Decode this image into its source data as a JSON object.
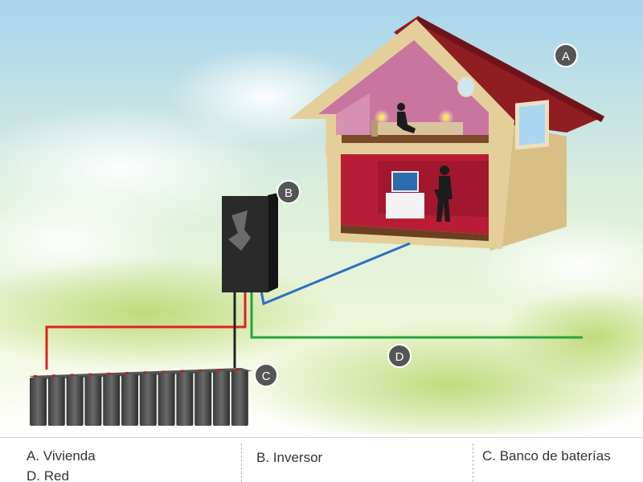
{
  "markers": {
    "house": "A",
    "inverter": "B",
    "battery_bank": "C",
    "grid": "D"
  },
  "legend": {
    "a": "A. Vivienda",
    "b": "B. Inversor",
    "c": "C. Banco de baterías",
    "d": "D. Red"
  },
  "colors": {
    "roof": "#8f1d22",
    "attic_wall": "#c8759f",
    "room_wall": "#b81d36",
    "house_wall": "#e4cf9b",
    "floor": "#6b3f22",
    "positive_wire": "#e02020",
    "negative_wire": "#222222",
    "house_wire": "#2c6fc4",
    "grid_wire": "#27a33c",
    "marker": "#555555"
  }
}
